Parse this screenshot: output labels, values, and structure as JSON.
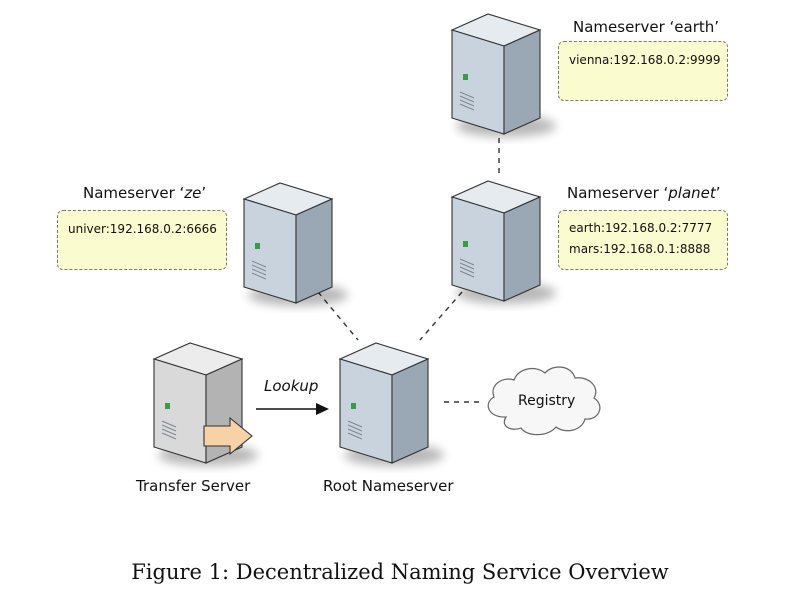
{
  "nodes": {
    "earth": {
      "prefix": "Nameserver ‘",
      "name": "earth",
      "suffix": "’",
      "entries": [
        "vienna:192.168.0.2:9999"
      ]
    },
    "ze": {
      "prefix": "Nameserver ‘",
      "name": "ze",
      "suffix": "’",
      "entries": [
        "univer:192.168.0.2:6666"
      ]
    },
    "planet": {
      "prefix": "Nameserver ‘",
      "name": "planet",
      "suffix": "’",
      "entries": [
        "earth:192.168.0.2:7777",
        "mars:192.168.0.1:8888"
      ]
    },
    "root": {
      "label": "Root Nameserver"
    },
    "transfer": {
      "label": "Transfer Server"
    },
    "registry": {
      "label": "Registry"
    }
  },
  "edges": {
    "lookup_label": "Lookup"
  },
  "caption": "Figure 1: Decentralized Naming Service Overview",
  "colors": {
    "server_front": "#c9d3de",
    "server_side": "#9aa7b4",
    "server_top": "#e6ebf0",
    "transfer_front": "#d9d9d9",
    "note_fill": "#fbfbd0",
    "arrow_fill": "#f6d2a6",
    "led": "#3a9a4a"
  },
  "icons": {
    "server": "server-icon",
    "cloud": "cloud-icon",
    "transfer_arrow": "arrow-right-icon"
  }
}
